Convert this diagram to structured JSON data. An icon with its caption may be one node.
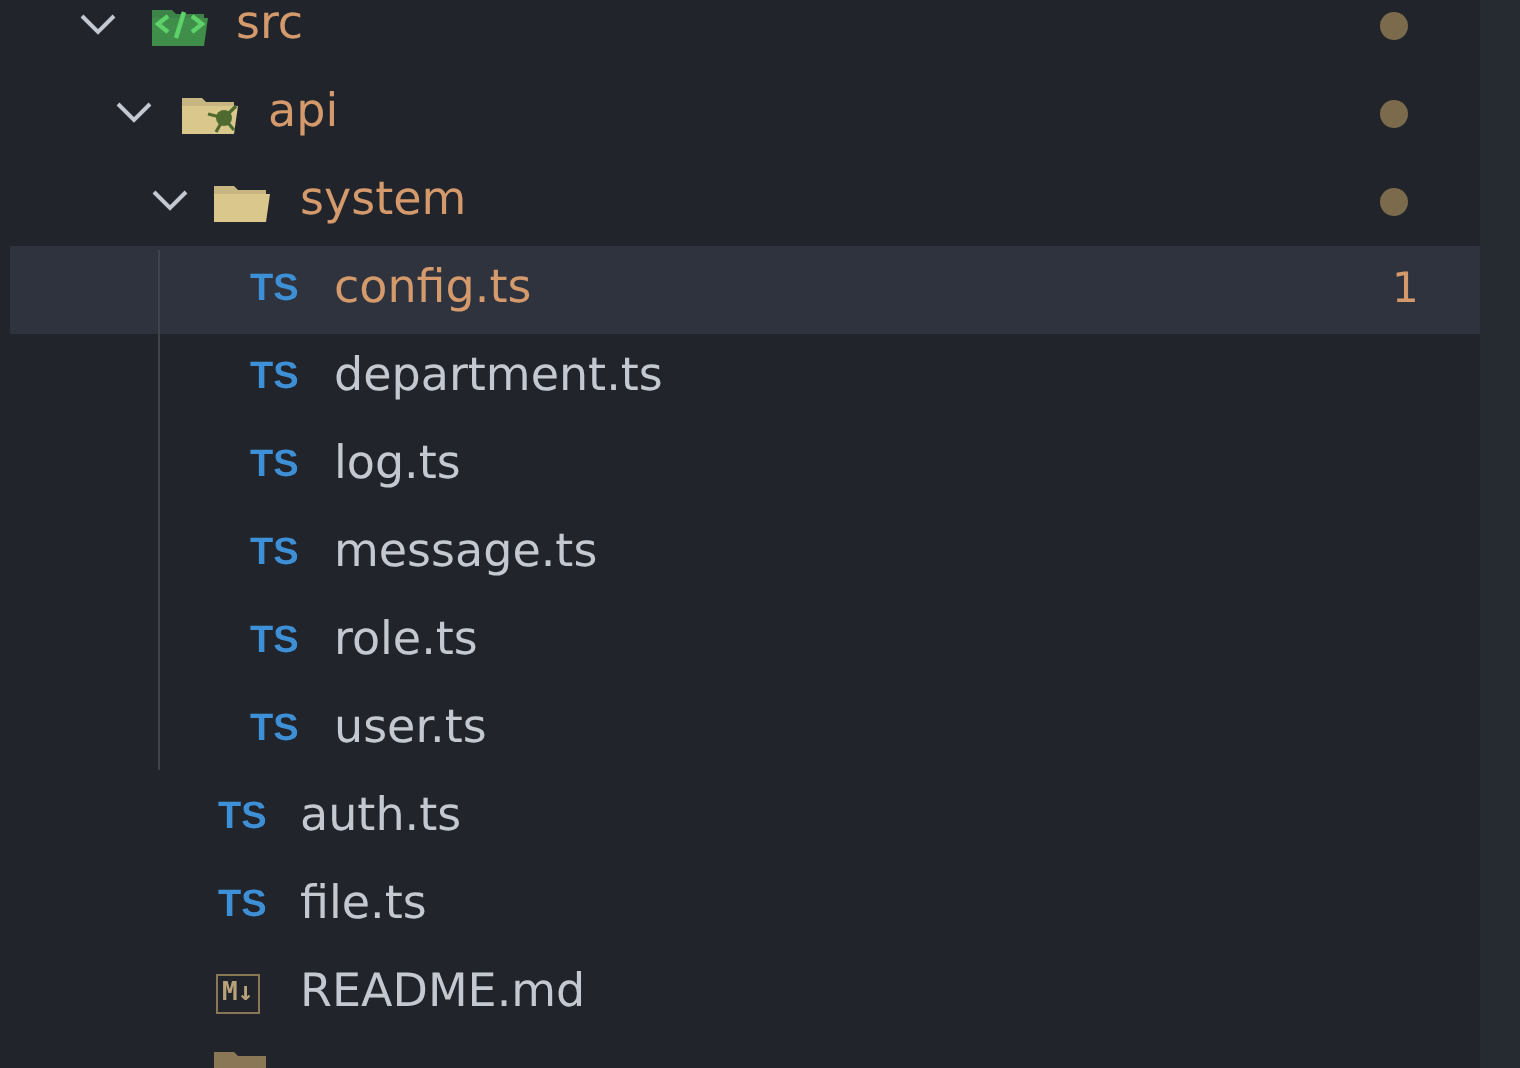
{
  "diagram": {
    "labels": [
      "src",
      "api",
      "system",
      "TS",
      "config.ts",
      "1",
      "TS",
      "department.ts",
      "TS",
      "log.ts",
      "TS",
      "message.ts",
      "TS",
      "role.ts",
      "TS",
      "user.ts",
      "TS",
      "auth.ts",
      "TS",
      "file.ts",
      "M↓",
      "README.md"
    ]
  }
}
